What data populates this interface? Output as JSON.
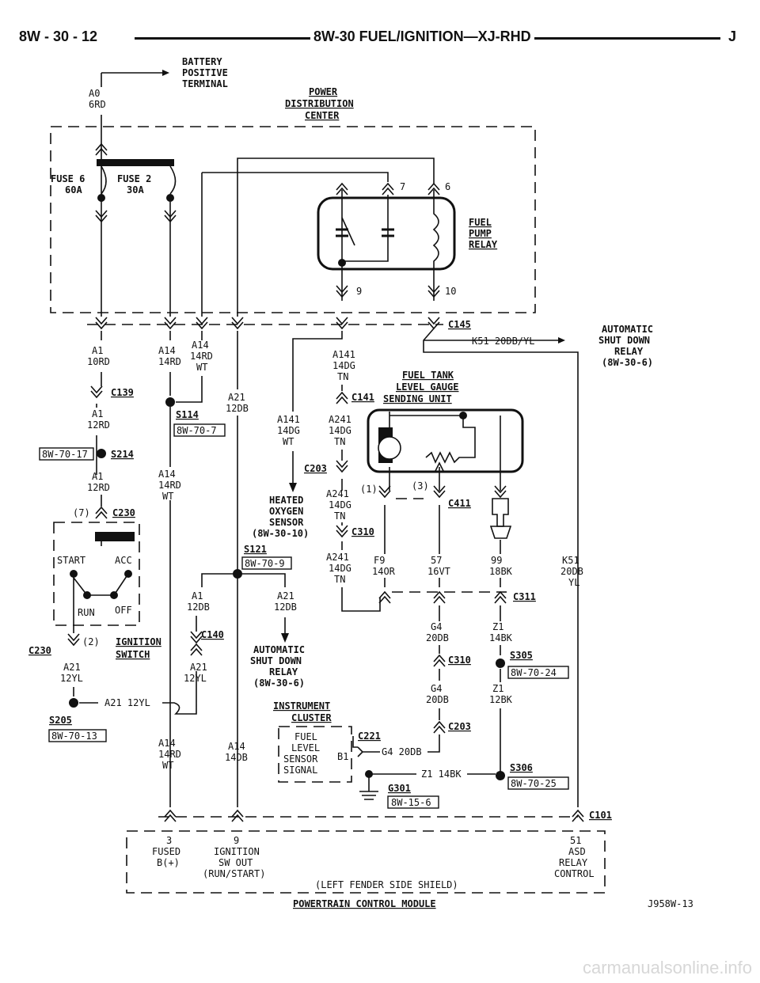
{
  "header": {
    "left": "8W - 30 - 12",
    "center": "8W-30 FUEL/IGNITION—XJ-RHD",
    "right": "J"
  },
  "labels": {
    "battery": [
      "BATTERY",
      "POSITIVE",
      "TERMINAL"
    ],
    "a0": [
      "A0",
      "6RD"
    ],
    "pdc": [
      "POWER",
      "DISTRIBUTION",
      "CENTER"
    ],
    "fuse6": [
      "FUSE 6",
      "60A"
    ],
    "fuse2": [
      "FUSE 2",
      "30A"
    ],
    "fpr": [
      "FUEL",
      "PUMP",
      "RELAY"
    ],
    "pin7": "7",
    "pin6": "6",
    "pin9": "9",
    "pin10": "10",
    "c145": "C145",
    "k51": "K51 20DB/YL",
    "asd_relay": [
      "AUTOMATIC",
      "SHUT DOWN",
      "RELAY",
      "(8W-30-6)"
    ],
    "a1_10rd": [
      "A1",
      "10RD"
    ],
    "a14_14rd": [
      "A14",
      "14RD"
    ],
    "a14_14rd_wt": [
      "A14",
      "14RD",
      "WT"
    ],
    "a141": [
      "A141",
      "14DG",
      "TN"
    ],
    "fuel_tank": [
      "FUEL TANK",
      "LEVEL GAUGE",
      "SENDING UNIT"
    ],
    "c139": "C139",
    "s114": "S114",
    "ref_8w707": "8W-70-7",
    "a21_12db": [
      "A21",
      "12DB"
    ],
    "c141": "C141",
    "a1_12rd": [
      "A1",
      "12RD"
    ],
    "a141_wt": [
      "A141",
      "14DG",
      "WT"
    ],
    "a241": [
      "A241",
      "14DG",
      "TN"
    ],
    "c203": "C203",
    "ref_8w7017": "8W-70-17",
    "s214": "S214",
    "a1_12rd_b": [
      "A1",
      "12RD"
    ],
    "a14_wt_b": [
      "A14",
      "14RD",
      "WT"
    ],
    "heated_o2": [
      "HEATED",
      "OXYGEN",
      "SENSOR",
      "(8W-30-10)"
    ],
    "a241_b": [
      "A241",
      "14DG",
      "TN"
    ],
    "p1": "(1)",
    "p3": "(3)",
    "c411": "C411",
    "p7": "(7)",
    "c230": "C230",
    "c310": "C310",
    "start": "START",
    "acc": "ACC",
    "run": "RUN",
    "off": "OFF",
    "s121": "S121",
    "ref_8w709": "8W-70-9",
    "a241_c": [
      "A241",
      "14DG",
      "TN"
    ],
    "f9": [
      "F9",
      "14OR"
    ],
    "w57": [
      "57",
      "16VT"
    ],
    "w99": [
      "99",
      "18BK"
    ],
    "k51_b": [
      "K51",
      "20DB",
      "YL"
    ],
    "a1_12db": [
      "A1",
      "12DB"
    ],
    "a21_12db_b": [
      "A21",
      "12DB"
    ],
    "c311": "C311",
    "c140": "C140",
    "asd_relay_b": [
      "AUTOMATIC",
      "SHUT DOWN",
      "RELAY",
      "(8W-30-6)"
    ],
    "g4_20db": [
      "G4",
      "20DB"
    ],
    "z1_14bk": [
      "Z1",
      "14BK"
    ],
    "p2": "(2)",
    "ign_switch": [
      "IGNITION",
      "SWITCH"
    ],
    "c230_b": "C230",
    "c310_b": "C310",
    "s305": "S305",
    "ref_8w7024": "8W-70-24",
    "a21_12yl": [
      "A21",
      "12YL"
    ],
    "a21_12yl_b": [
      "A21",
      "12YL"
    ],
    "g4_20db_b": [
      "G4",
      "20DB"
    ],
    "z1_12bk": [
      "Z1",
      "12BK"
    ],
    "a21_12yl_c": "A21 12YL",
    "inst_cluster": [
      "INSTRUMENT",
      "CLUSTER"
    ],
    "s205": "S205",
    "ref_8w7013": "8W-70-13",
    "c203_b": "C203",
    "a14_wt_c": [
      "A14",
      "14RD",
      "WT"
    ],
    "a14_14db": [
      "A14",
      "14DB"
    ],
    "fuel_level": [
      "FUEL",
      "LEVEL",
      "SENSOR",
      "SIGNAL"
    ],
    "c221": "C221",
    "b1": "B1",
    "g4_wire": "G4 20DB",
    "z1_wire": "Z1 14BK",
    "s306": "S306",
    "ref_8w7025": "8W-70-25",
    "g301": "G301",
    "ref_8w156": "8W-15-6",
    "c101": "C101",
    "pcm3": [
      "3",
      "FUSED",
      "B(+)"
    ],
    "pcm9": [
      "9",
      "IGNITION",
      "SW OUT",
      "(RUN/START)"
    ],
    "pcm51": [
      "51",
      "ASD",
      "RELAY",
      "CONTROL"
    ],
    "shield": "(LEFT FENDER SIDE SHIELD)",
    "pcm": "POWERTRAIN CONTROL MODULE",
    "figure_id": "J958W-13"
  },
  "watermark": "carmanualsonline.info"
}
